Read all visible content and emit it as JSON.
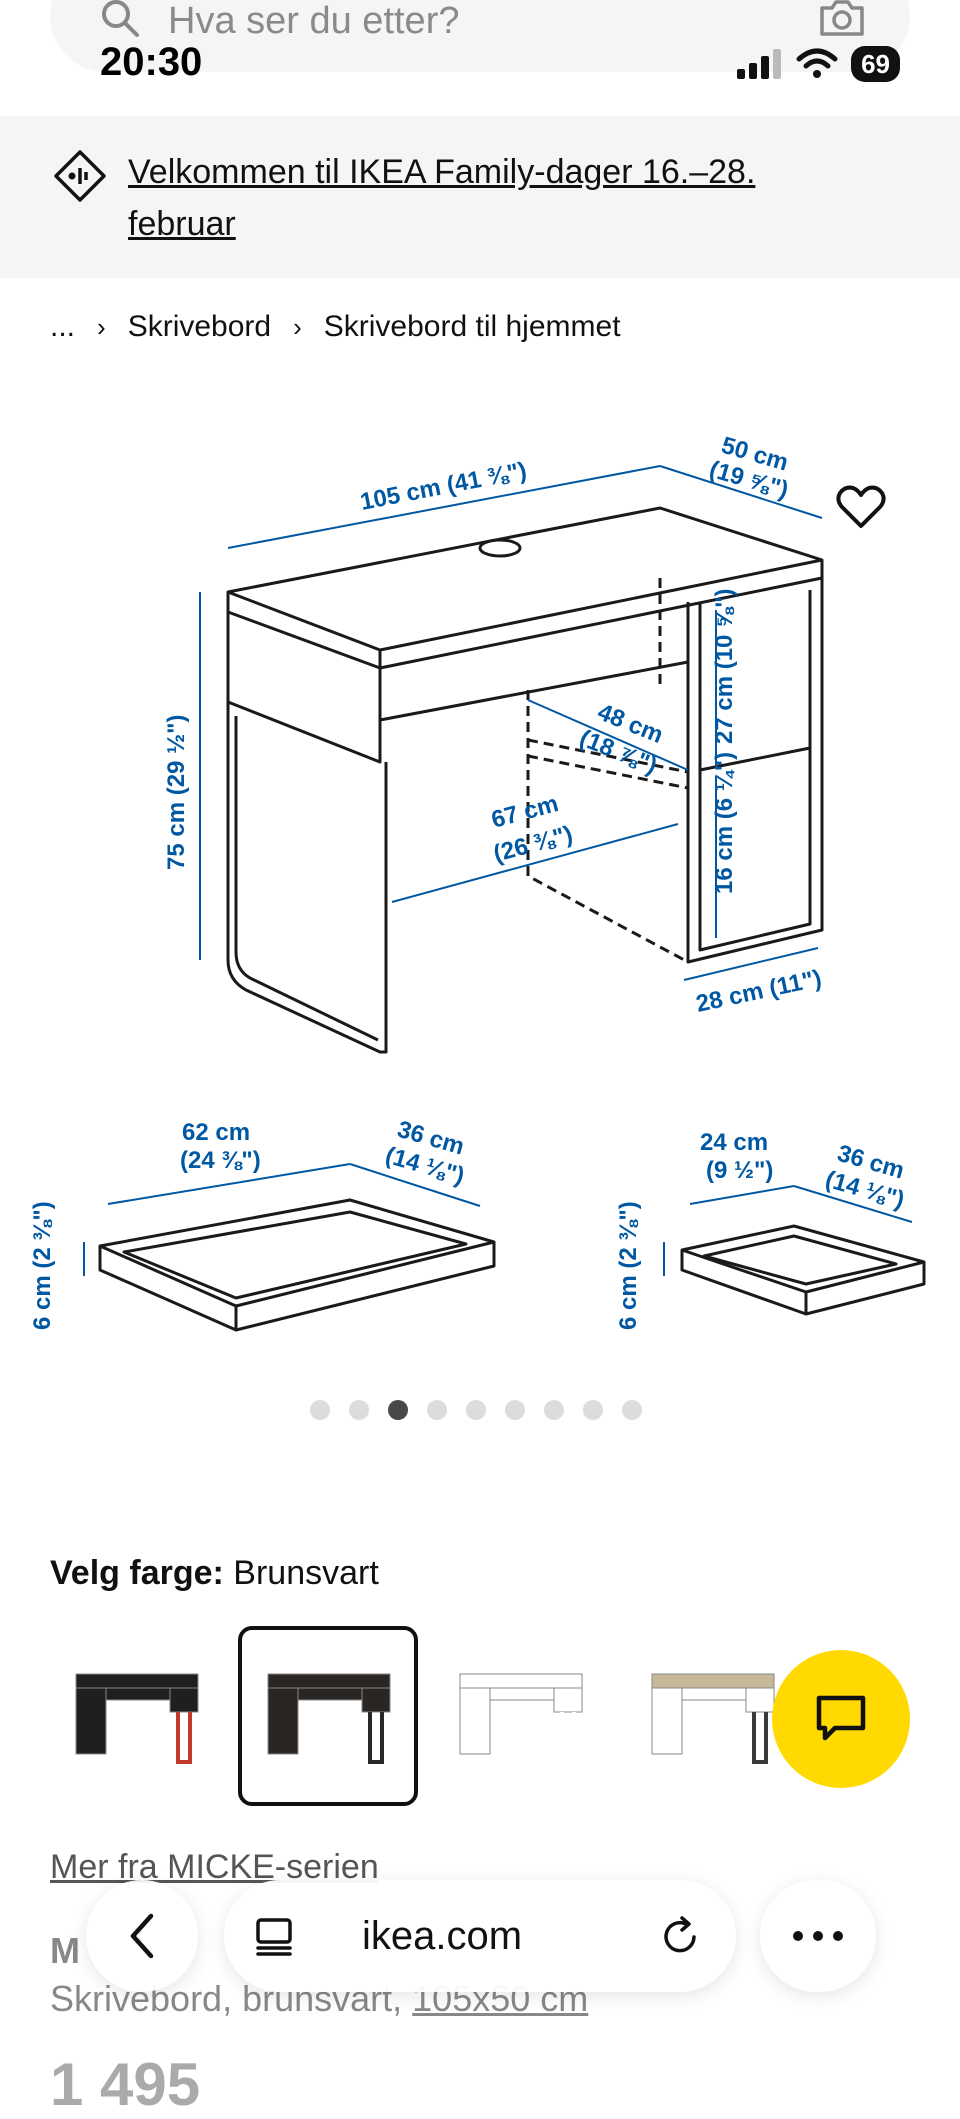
{
  "search": {
    "placeholder": "Hva ser du etter?"
  },
  "status_bar": {
    "time": "20:30",
    "battery": "69"
  },
  "banner": {
    "text": "Velkommen til IKEA Family-dager 16.–28. februar"
  },
  "breadcrumb": {
    "items": [
      "...",
      "Skrivebord",
      "Skrivebord til hjemmet"
    ]
  },
  "dimensions": {
    "width": "105 cm (41 ⅜\")",
    "depth": "50 cm",
    "depth_in": "(19 ⅝\")",
    "height": "75 cm (29 ½\")",
    "inner_depth": "48 cm",
    "inner_depth_in": "(18 ⅞\")",
    "inner_width": "67 cm",
    "inner_width_in": "(26 ⅜\")",
    "upper_shelf": "27 cm (10 ⅝\")",
    "lower_shelf": "16 cm (6 ¼\")",
    "cabinet_width": "28 cm (11\")",
    "large_drawer_width": "62 cm",
    "large_drawer_width_in": "(24 ⅜\")",
    "large_drawer_depth": "36 cm",
    "large_drawer_depth_in": "(14 ⅛\")",
    "large_drawer_height": "6 cm (2 ⅜\")",
    "small_drawer_width": "24 cm",
    "small_drawer_width_in": "(9 ½\")",
    "small_drawer_depth": "36 cm",
    "small_drawer_depth_in": "(14 ⅛\")",
    "small_drawer_height": "6 cm (2 ⅜\")"
  },
  "carousel": {
    "count": 9,
    "active_index": 2
  },
  "color": {
    "label": "Velg farge:",
    "value": "Brunsvart"
  },
  "swatches": [
    {
      "body": "#1f1f1f",
      "leg": "#c0392b",
      "top": "#1f1f1f",
      "selected": false
    },
    {
      "body": "#2a2623",
      "leg": "#2a2623",
      "top": "#2a2623",
      "selected": true
    },
    {
      "body": "#ffffff",
      "leg": "#ffffff",
      "top": "#ffffff",
      "selected": false
    },
    {
      "body": "#ffffff",
      "leg": "#3a3a3a",
      "top": "#c8b89a",
      "selected": false
    }
  ],
  "series": {
    "text": "Mer fra MICKE-serien"
  },
  "product": {
    "name": "M",
    "description": "Skrivebord, brunsvart, ",
    "dimensions": "105x50 cm",
    "price": "1 495"
  },
  "browser": {
    "url": "ikea.com"
  },
  "colors": {
    "accent_blue": "#0058a3",
    "chat_yellow": "#ffd900"
  }
}
